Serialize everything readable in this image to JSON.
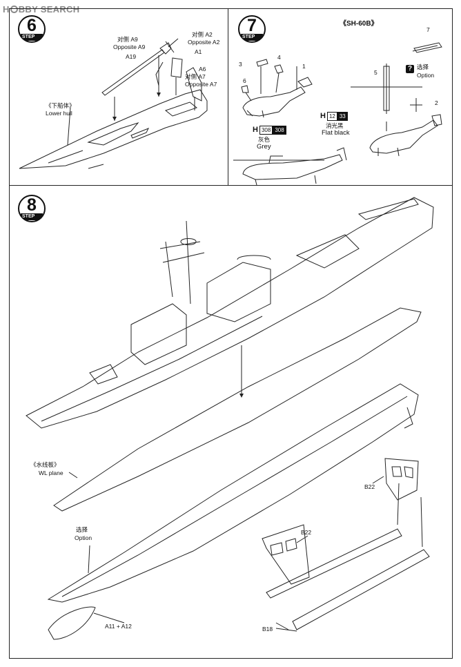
{
  "watermark": {
    "brand_a": "H",
    "brand_b": "BBY SEARCH"
  },
  "step6": {
    "number": "6",
    "tag": "STEP",
    "labels": {
      "a9_cn": "对侧 A9",
      "a9_en": "Opposite A9",
      "a19": "A19",
      "a2_cn": "对侧 A2",
      "a2_en": "Opposite A2",
      "a1": "A1",
      "a6": "A6",
      "a7_cn": "对侧 A7",
      "a7_en": "Opposite A7",
      "hull_cn": "《下船体》",
      "hull_en": "Lower hull"
    }
  },
  "step7": {
    "number": "7",
    "tag": "STEP",
    "title": "《SH-60B》",
    "parts": {
      "p1": "1",
      "p2": "2",
      "p3": "3",
      "p4": "4",
      "p5": "5",
      "p6": "6",
      "p7": "7"
    },
    "option_cn": "选择",
    "option_en": "Option",
    "option_mark": "?",
    "paint_grey": {
      "letter": "H",
      "code_a": "308",
      "code_b": "308",
      "cn": "灰色",
      "en": "Grey"
    },
    "paint_black": {
      "letter": "H",
      "code_a": "12",
      "code_b": "33",
      "cn": "消光黑",
      "en": "Flat black"
    }
  },
  "step8": {
    "number": "8",
    "tag": "STEP",
    "labels": {
      "wl_cn": "《水线板》",
      "wl_en": "WL plane",
      "option_cn": "选择",
      "option_en": "Option",
      "b22_top": "B22",
      "b22_mid": "B22",
      "b18": "B18",
      "a11": "A11 + A12"
    }
  }
}
